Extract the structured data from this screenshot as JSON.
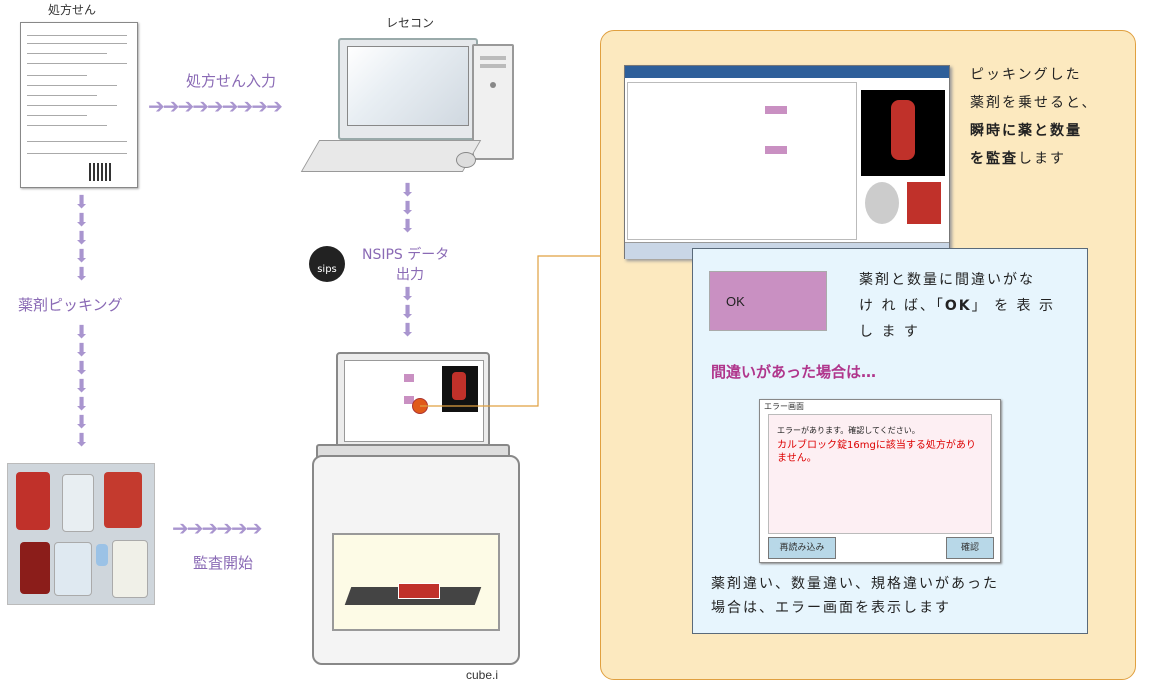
{
  "labels": {
    "prescription": "処方せん",
    "rececon": "レセコン",
    "rx_input": "処方せん入力",
    "nsips_line1": "NSIPS データ",
    "nsips_line2": "出力",
    "picking": "薬剤ピッキング",
    "audit_start": "監査開始",
    "cube": "cube.i",
    "sips_logo": "sips"
  },
  "panel": {
    "intro": [
      "ピッキングした",
      "薬剤を乗せると、"
    ],
    "intro_bold": [
      "瞬時に薬と数量",
      "を監査"
    ],
    "intro_tail": "します",
    "ok_label": "OK",
    "ok_text_1": "薬剤と数量に間違いがな",
    "ok_text_2a": "け れ ば、「",
    "ok_text_2b": "OK",
    "ok_text_2c": "」 を 表 示",
    "ok_text_3": "し ま す",
    "error_heading": "間違いがあった場合は…",
    "error_title": "エラー画面",
    "error_msg1": "エラーがあります。確認してください。",
    "error_msg2": "カルブロック錠16mgに該当する処方がありません。",
    "error_btn_reload": "再読み込み",
    "error_btn_confirm": "確認",
    "bottom_text_1": "薬剤違い、数量違い、規格違いがあった",
    "bottom_text_2": "場合は、エラー画面を表示します"
  },
  "colors": {
    "arrow": "#a995cf",
    "panel_bg": "#fce9bf",
    "panel_border": "#e0a040",
    "ok_fill": "#c990c2",
    "error_heading": "#b0368c"
  },
  "icons": [
    "arrow-right-icon",
    "arrow-down-icon",
    "nsips-logo-icon"
  ]
}
